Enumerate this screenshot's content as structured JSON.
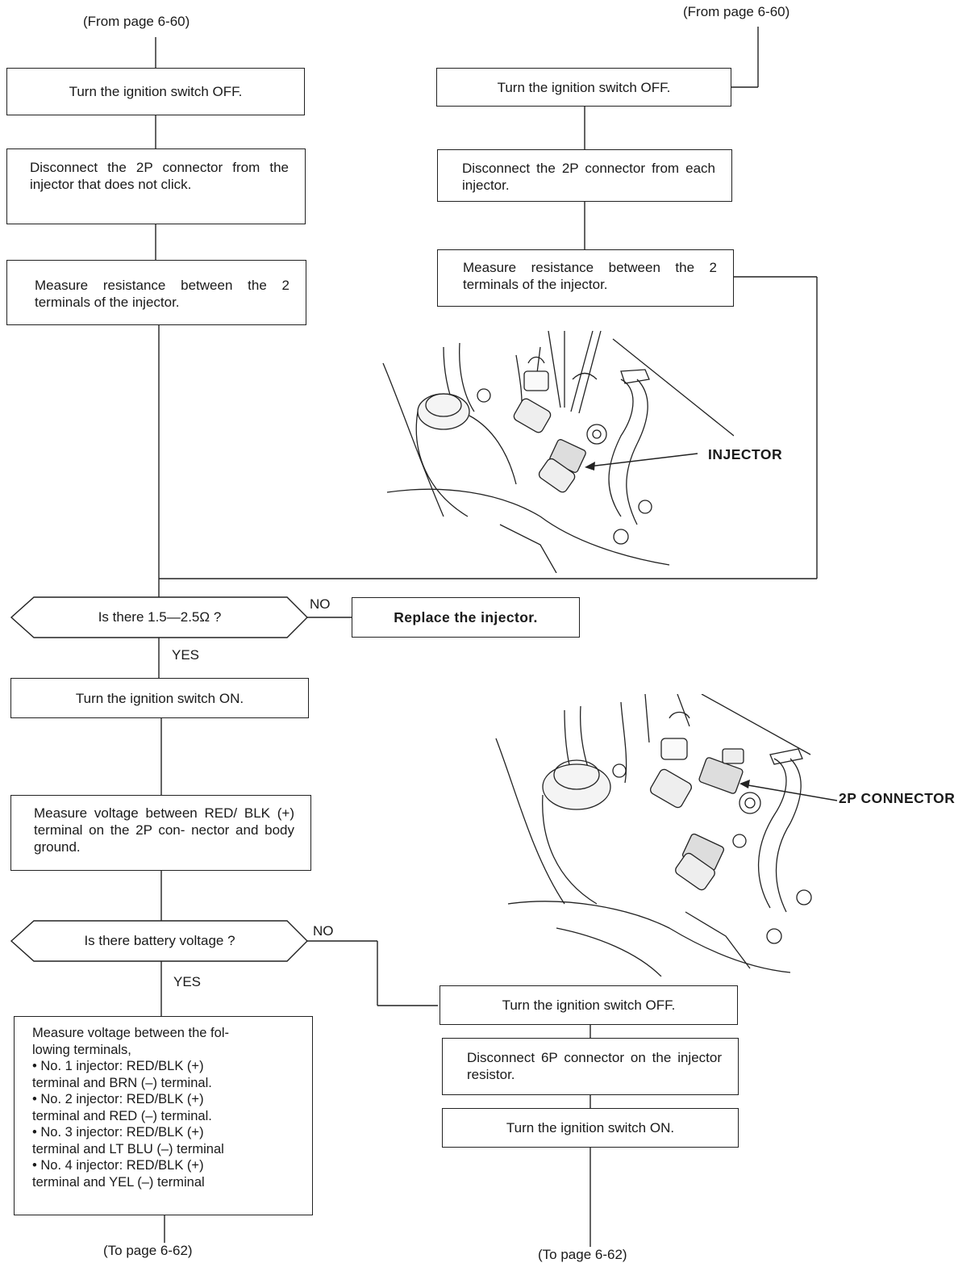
{
  "left": {
    "from_label": "(From page 6-60)",
    "step1": "Turn the ignition switch OFF.",
    "step2": "Disconnect the 2P connector from the injector that does not click.",
    "step3": "Measure resistance between the 2 terminals of the injector.",
    "decision1": "Is there 1.5—2.5Ω ?",
    "decision1_no": "NO",
    "decision1_yes": "YES",
    "replace": "Replace the injector.",
    "step4": "Turn the ignition switch ON.",
    "step5": "Measure voltage between RED/ BLK (+) terminal on the 2P con- nector and body ground.",
    "decision2": "Is there battery voltage ?",
    "decision2_no": "NO",
    "decision2_yes": "YES",
    "step6_lines": [
      "Measure voltage between the fol-",
      "lowing terminals,",
      "•  No. 1 injector: RED/BLK (+)",
      "terminal and BRN (–) terminal.",
      "•  No. 2 injector: RED/BLK (+)",
      "terminal and RED (–) terminal.",
      "•  No. 3 injector: RED/BLK (+)",
      "terminal and LT BLU (–) terminal",
      "•  No. 4 injector: RED/BLK (+)",
      "terminal and YEL (–) terminal"
    ],
    "to_label": "(To page 6-62)"
  },
  "right": {
    "from_label": "(From page 6-60)",
    "step1": "Turn the ignition switch OFF.",
    "step2": "Disconnect the 2P connector from each injector.",
    "step3": "Measure resistance between the 2 terminals of the injector.",
    "injector_callout": "INJECTOR",
    "connector_callout": "2P CONNECTOR",
    "step4": "Turn the ignition switch OFF.",
    "step5": "Disconnect 6P connector on the injector resistor.",
    "step6": "Turn the ignition switch ON.",
    "to_label": "(To page 6-62)"
  }
}
